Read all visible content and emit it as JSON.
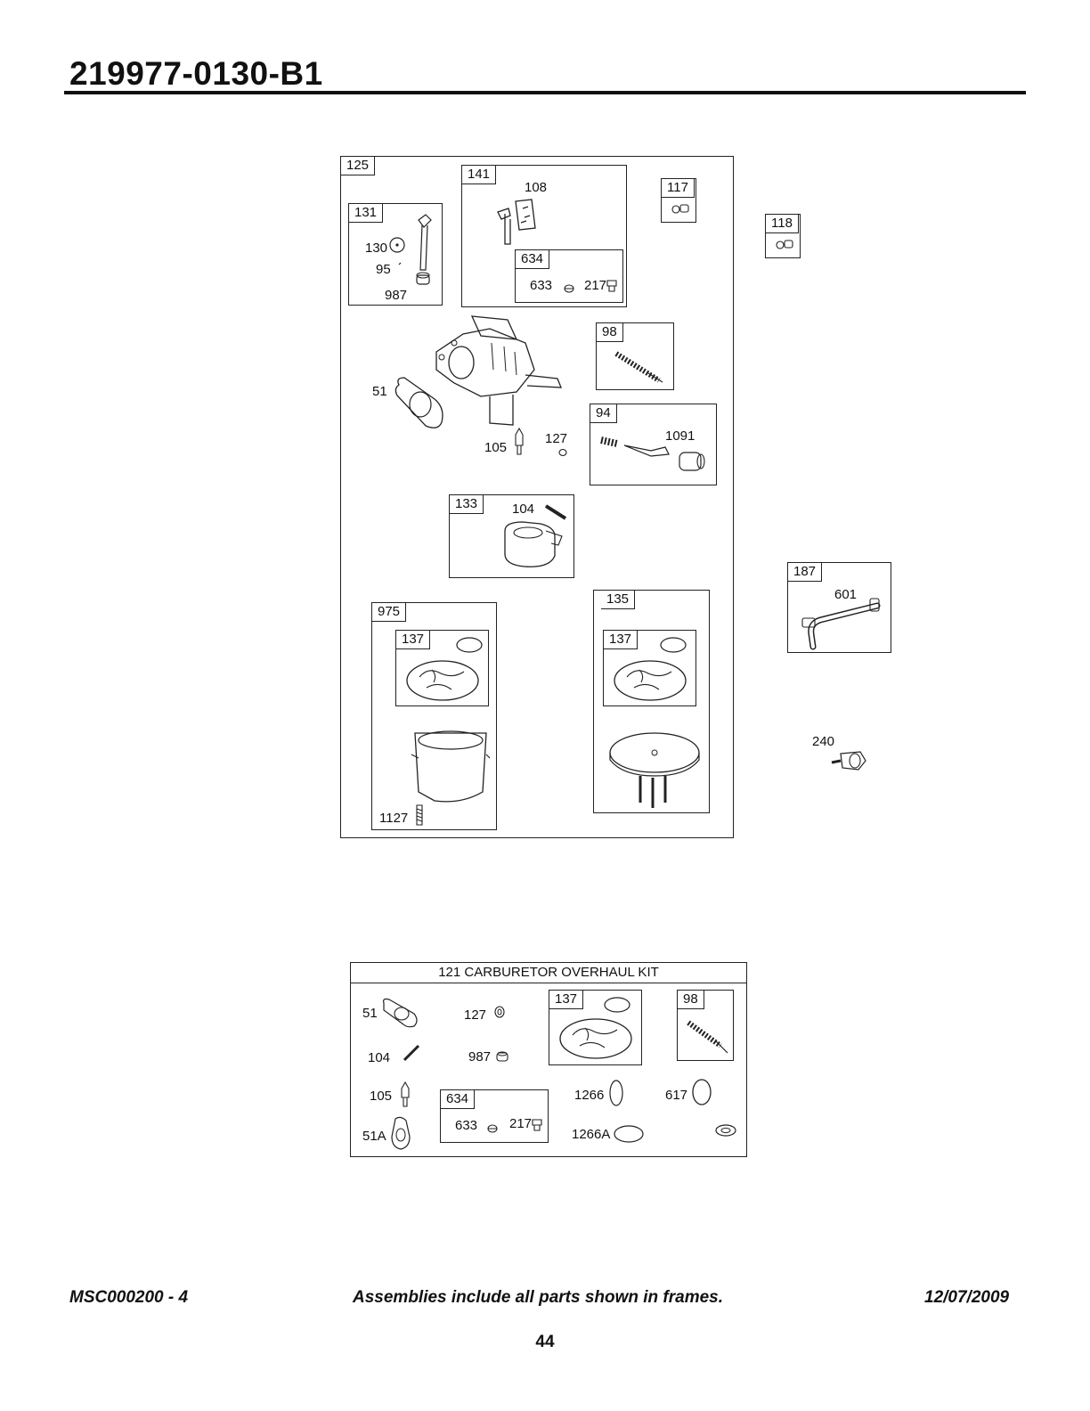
{
  "header": {
    "title": "219977-0130-B1"
  },
  "frames": {
    "f125": "125",
    "f141": "141",
    "f131": "131",
    "f634a": "634",
    "f117": "117",
    "f118": "118",
    "f98": "98",
    "f94": "94",
    "f133": "133",
    "f187": "187",
    "f975": "975",
    "f137a": "137",
    "f135": "135",
    "f137b": "137"
  },
  "parts": {
    "p108": "108",
    "p130": "130",
    "p95": "95",
    "p987": "987",
    "p633": "633",
    "p217": "217",
    "p51": "51",
    "p105": "105",
    "p127": "127",
    "p1091": "1091",
    "p104": "104",
    "p601": "601",
    "p1127": "1127",
    "p240": "240"
  },
  "kit": {
    "title": "121 CARBURETOR OVERHAUL KIT",
    "f137": "137",
    "f98": "98",
    "f634": "634",
    "p51": "51",
    "p127": "127",
    "p104": "104",
    "p987": "987",
    "p105": "105",
    "p51A": "51A",
    "p633": "633",
    "p217": "217",
    "p1266": "1266",
    "p617": "617",
    "p1266A": "1266A"
  },
  "footer": {
    "doc_id": "MSC000200 - 4",
    "note": "Assemblies include all parts shown in frames.",
    "date": "12/07/2009",
    "page": "44"
  }
}
